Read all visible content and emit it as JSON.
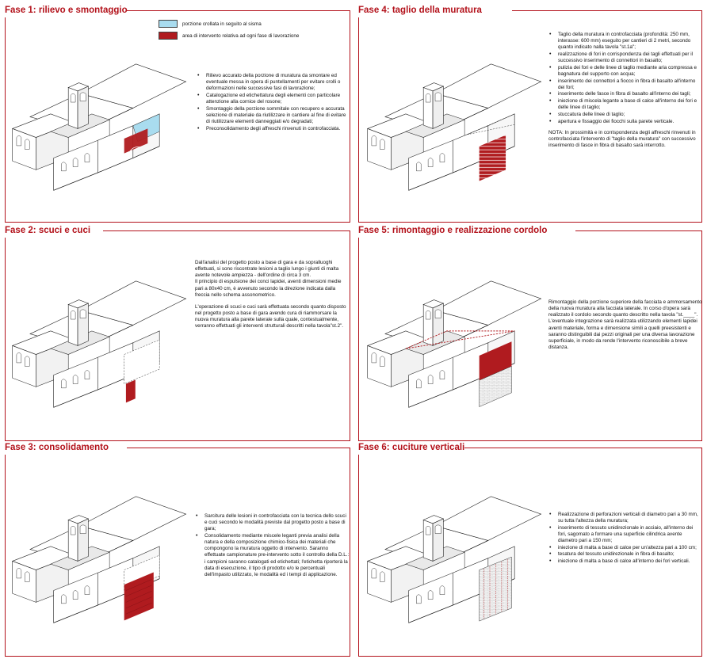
{
  "legend": {
    "collapsed": {
      "label": "porzione crollata in seguito al sisma",
      "color": "#a9dcef"
    },
    "intervention": {
      "label": "area di intervento relativa ad ogni fase di lavorazione",
      "color": "#b01b1f"
    }
  },
  "accent_color": "#b3121b",
  "phases": [
    {
      "title": "Fase 1: rilievo e smontaggio",
      "bullets": [
        "Rilievo accurato della porzione di muratura da smontare ed eventuale messa in opera di puntellamenti per evitare crolli o deformazioni nelle successive fasi di lavorazione;",
        "Catalogazione ed etichettatura degli elementi con particolare attenzione alla cornice del rosone;",
        "Smontaggio della porzione sommitale con recupero e accurata selezione di materiale da riutilizzare in cantiere al fine di evitare di riutilizzare elementi danneggiati e/o degradati;",
        "Preconsolidamento degli affreschi rinvenuti in controfacciata."
      ]
    },
    {
      "title": "Fase 2: scuci e cuci",
      "paragraphs": [
        "Dall'analisi del progetto posto a base di gara e da sopralluoghi effettuati, si sono riscontrate lesioni a taglio lungo i giunti di malta avente notevole ampiezza - dell'ordine di circa 3 cm.\nIl principio di espulsione dei conci lapidei, aventi dimensioni medie pari a 80x40 cm, è avvenuto secondo la direzione indicata dalla freccia nello schema assonometrico.",
        "L'operazione di scuci e cuci sarà effettuata secondo quanto disposto nel progetto posto a base di gara avendo cura di riammorsare la nuova muratura alla parete laterale sulla quale, contestualmente, verranno effettuati gli interventi strutturali descritti nella tavola\"st.2\"."
      ]
    },
    {
      "title": "Fase 3: consolidamento",
      "bullets": [
        "Sarcitura delle lesioni in controfacciata con la tecnica dello scuci e cuci secondo le modalità previste dal progetto posto a base di gara;",
        "Consolidamento mediante miscele leganti previa analisi della natura e della composizione chimico-fisica dei materiali che compongono la muratura oggetto di intervento. Saranno effettuate campionature pre-intervento sotto il controllo della D.L.: i campioni saranno catalogati ed etichettati; l'etichetta riporterà la data di esecuzione, il tipo di prodotto e/o le percentuali dell'impasto utilizzato, le modalità ed i tempi di applicazione."
      ]
    },
    {
      "title": "Fase 4:  taglio della muratura",
      "bullets": [
        "Taglio della muratura in controfacciata (profondità: 250 mm, interasse: 600 mm) eseguito per cantieri di 2 metri, secondo quanto indicato nalla tavola \"st.1a\";",
        "realizzazione di fori in corrispondenza dei tagli effettuati per il successivo inserimento di connettori in basalto;",
        "pulizia dei fori e delle linee di taglio mediante aria compressa e bagnatura del supporto con acqua;",
        "inserimento dei connettori a fiocco in fibra di basalto all'interno dei fori;",
        "inserimento delle fasce in fibra di basalto all'interno dei tagli;",
        "iniezione di miscela legante a base di calce all'interno dei fori e delle linee di taglio;",
        "stuccatura delle linee di taglio;",
        "apertura e fissaggio dei fiocchi sulla parete verticale."
      ],
      "note": "NOTA: In prossimità e in corrispondenza degli affreschi rinvenuti in controfacciata l'intervento di \"taglio della muratura\" con successivo inserimento di fasce in fibra di basalto sarà interrotto."
    },
    {
      "title": "Fase 5: rimontaggio e realizzazione cordolo",
      "paragraphs": [
        "Rimontaggio della porzione superiore della facciata e ammorsamento della nuova muratura alla facciata laterale. In corso d'opera sarà realizzato il cordolo secondo quanto descritto nella tavola \"st.____\".\nL'eventuale integrazione sarà realizzata utilizzando elementi lapidei aventi materiale, forma e dimensione simili a quelli preesistenti e saranno distinguibili dai pezzi originali per una diversa lavorazione superficiale, in modo da rende l'intervento riconoscibile a breve distanza."
      ]
    },
    {
      "title": "Fase 6: cuciture verticali",
      "bullets": [
        "Realizzazione di perforazioni verticali di diametro pari a 30 mm, su tutta l'altezza della muratura;",
        "inserimento di tessuto unidirezionale in acciaio, all'interno dei fori, sagomato a formare una superficie cilindrica avente diametro pari a 150 mm;",
        "iniezione di malta a base di calce per un'altezza pari a 100 cm;",
        "tesatura del tessuto unidirezionale in fibra di basalto;",
        "iniezione di malta a base di calce all'interno dei fori verticali."
      ]
    }
  ]
}
